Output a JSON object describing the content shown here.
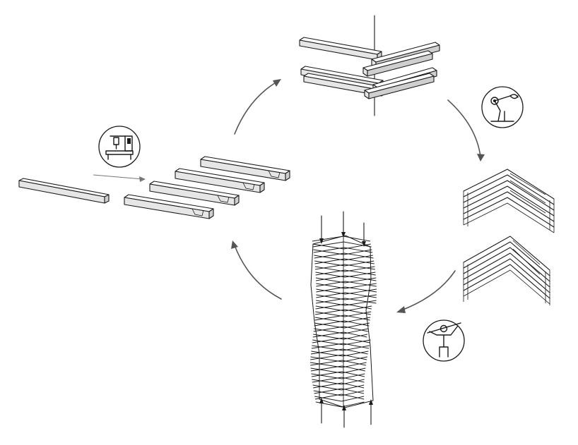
{
  "stages": [
    {
      "id": "raw-timber",
      "icon": "none"
    },
    {
      "id": "cnc-milling",
      "icon": "cnc-machine-icon"
    },
    {
      "id": "robotic-assembly",
      "icon": "robot-arm-icon"
    },
    {
      "id": "stacked-modules",
      "icon": "none"
    },
    {
      "id": "manual-assembly",
      "icon": "worker-icon"
    },
    {
      "id": "tower",
      "icon": "none"
    }
  ],
  "colors": {
    "ink": "#1a1a1a",
    "arrow": "#555555",
    "background": "#ffffff"
  }
}
